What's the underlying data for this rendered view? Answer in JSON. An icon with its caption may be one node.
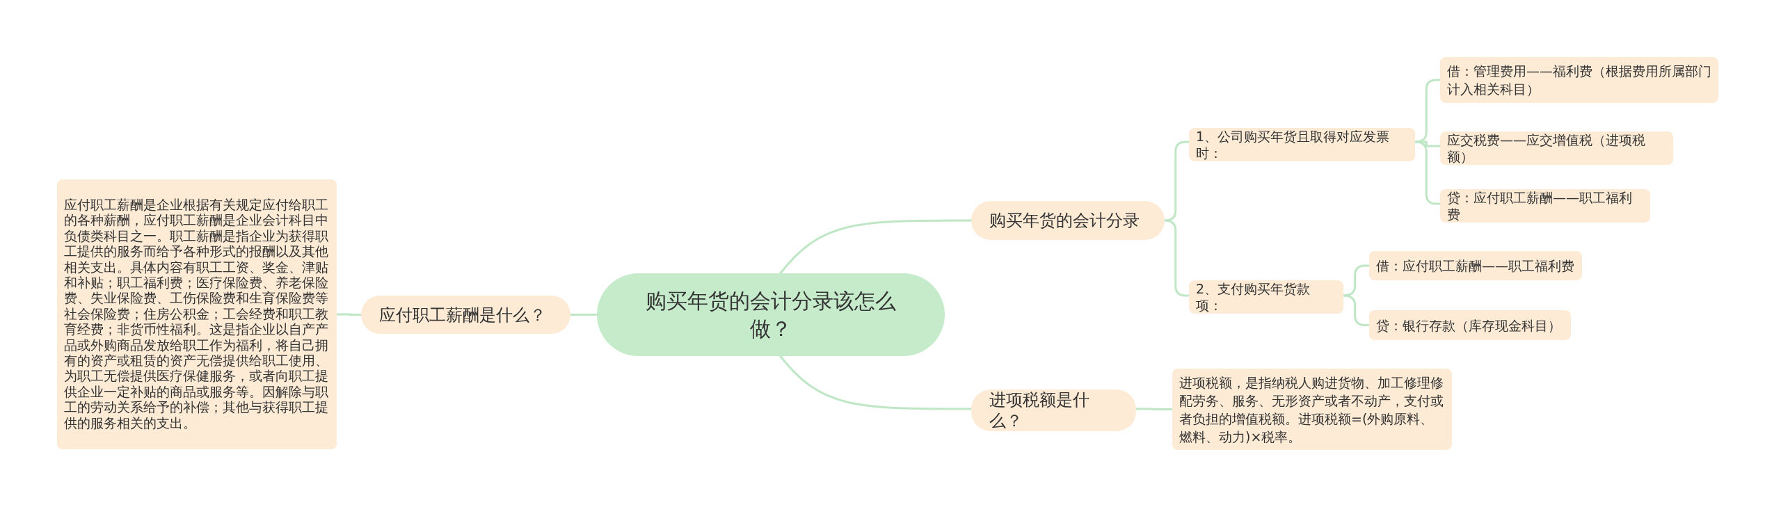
{
  "diagram": {
    "nodes": [
      {
        "text": [
          "购买年货的会计分录该怎么做？"
        ]
      },
      {
        "text": [
          "购买年货的会计分录"
        ]
      },
      {
        "text": [
          "1、公司购买年货且取得对应发票时："
        ]
      },
      {
        "text": [
          "借：管理费用——福利费（根据费用所属部门计入相关科目）"
        ]
      },
      {
        "text": [
          "应交税费——应交增值税（进项税额）"
        ]
      },
      {
        "text": [
          "贷：应付职工薪酬——职工福利费"
        ]
      },
      {
        "text": [
          "2、支付购买年货款项："
        ]
      },
      {
        "text": [
          "借：应付职工薪酬——职工福利费"
        ]
      },
      {
        "text": [
          "贷：银行存款（库存现金科目）"
        ]
      },
      {
        "text": [
          "进项税额是什么？"
        ]
      },
      {
        "text": [
          "进项税额，是指纳税人购进货物、加工修理修配劳务、服务、无形资产或者不动产，支付或者负担的增值税额。进项税额=(外购原料、燃料、动力)×税率。"
        ]
      },
      {
        "text": [
          "应付职工薪酬是什么？"
        ]
      },
      {
        "text": [
          "应付职工薪酬是企业根据有关规定应付给职工的各种薪酬，应付职工薪酬是企业会计科目中负债类科目之一。职工薪酬是指企业为获得职工提供的服务而给予各种形式的报酬以及其他相关支出。具体内容有职工工资、奖金、津贴和补贴；职工福利费；医疗保险费、养老保险费、失业保险费、工伤保险费和生育保险费等社会保险费；住房公积金；工会经费和职工教育经费；非货币性福利。这是指企业以自产产品或外购商品发放给职工作为福利，将自己拥有的资产或租赁的资产无偿提供给职工使用、为职工无偿提供医疗保健服务，或者向职工提供企业一定补贴的商品或服务等。因解除与职工的劳动关系给予的补偿；其他与获得职工提供的服务相关的支出。"
        ]
      }
    ],
    "edges": [
      {
        "from": 0,
        "to": 1,
        "arrow": "none"
      },
      {
        "from": 1,
        "to": 2,
        "arrow": "none"
      },
      {
        "from": 2,
        "to": 3,
        "arrow": "none"
      },
      {
        "from": 2,
        "to": 4,
        "arrow": "none"
      },
      {
        "from": 2,
        "to": 5,
        "arrow": "none"
      },
      {
        "from": 1,
        "to": 6,
        "arrow": "none"
      },
      {
        "from": 6,
        "to": 7,
        "arrow": "none"
      },
      {
        "from": 6,
        "to": 8,
        "arrow": "none"
      },
      {
        "from": 0,
        "to": 9,
        "arrow": "none"
      },
      {
        "from": 9,
        "to": 10,
        "arrow": "none"
      },
      {
        "from": 0,
        "to": 11,
        "arrow": "none"
      },
      {
        "from": 11,
        "to": 12,
        "arrow": "none"
      }
    ]
  }
}
